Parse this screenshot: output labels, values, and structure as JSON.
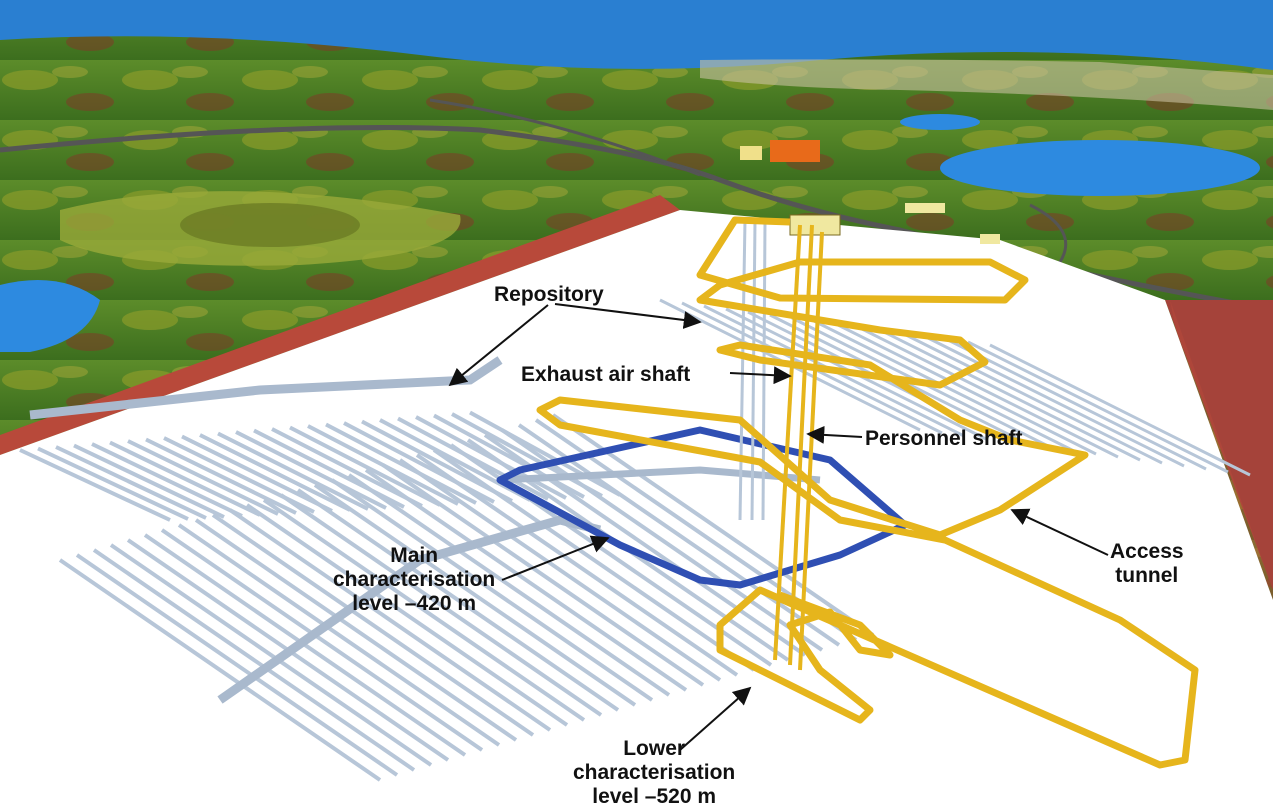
{
  "colors": {
    "sea": "#2a7fd1",
    "land_green": "#3f7a1f",
    "land_olive": "#8fa22c",
    "land_brown": "#8a3c2a",
    "cross_section": "#b8493a",
    "repository_tunnels": "#b7c6d8",
    "main_level_loop": "#2f4fb3",
    "access_tunnel": "#e6b51c",
    "ground_plane": "#ffffff"
  },
  "labels": {
    "repository": "Repository",
    "exhaust_air_shaft": "Exhaust air shaft",
    "personnel_shaft": "Personnel shaft",
    "access_tunnel": [
      "Access",
      "tunnel"
    ],
    "main_level": [
      "Main",
      "characterisation",
      "level –420 m"
    ],
    "lower_level": [
      "Lower",
      "characterisation",
      "level –520 m"
    ]
  }
}
